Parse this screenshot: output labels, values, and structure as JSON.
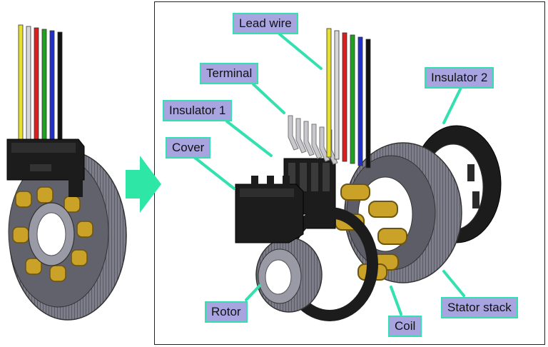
{
  "colors": {
    "label_fill": "#a8a4e0",
    "label_border": "#33e0b0",
    "leader": "#33e0b0",
    "arrow": "#2ee6a6",
    "steel": "#8a8a96",
    "steel_dark": "#4a4a55",
    "copper": "#c9a227",
    "plastic": "#1c1c1c",
    "wires": [
      "#e8e030",
      "#d8d8d8",
      "#d82020",
      "#20a020",
      "#2030c8",
      "#111111"
    ]
  },
  "labels": {
    "lead_wire": "Lead wire",
    "terminal": "Terminal",
    "insulator_1": "Insulator 1",
    "cover": "Cover",
    "insulator_2": "Insulator 2",
    "rotor": "Rotor",
    "coil": "Coil",
    "stator_stack": "Stator stack"
  }
}
